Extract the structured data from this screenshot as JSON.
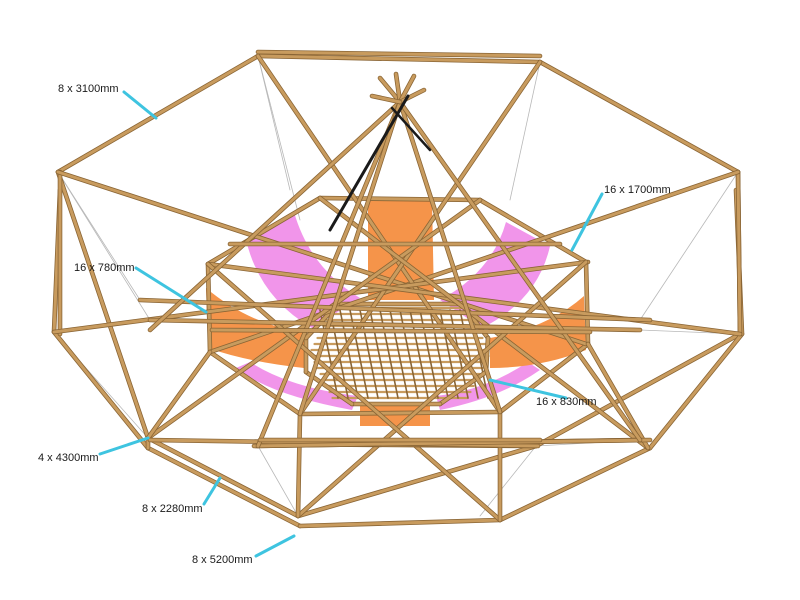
{
  "diagram": {
    "colors": {
      "pole": "#c89b5e",
      "pole_edge": "#8a6535",
      "dark_pole": "#1a1a1a",
      "cable": "#b8b8b8",
      "fabric_orange": "#f5944a",
      "fabric_pink": "#f08ae8",
      "leader": "#3ec4e0",
      "text": "#1a1a1a"
    },
    "labels": [
      {
        "id": "outer-top-poles",
        "text": "8 x 3100mm"
      },
      {
        "id": "long-poles",
        "text": "16 x 1700mm"
      },
      {
        "id": "short-poles",
        "text": "16 x 780mm"
      },
      {
        "id": "floor-poles",
        "text": "16 x 830mm"
      },
      {
        "id": "diagonal-poles",
        "text": "4 x 4300mm"
      },
      {
        "id": "side-poles",
        "text": "8 x 2280mm"
      },
      {
        "id": "base-poles",
        "text": "8 x 5200mm"
      }
    ]
  }
}
